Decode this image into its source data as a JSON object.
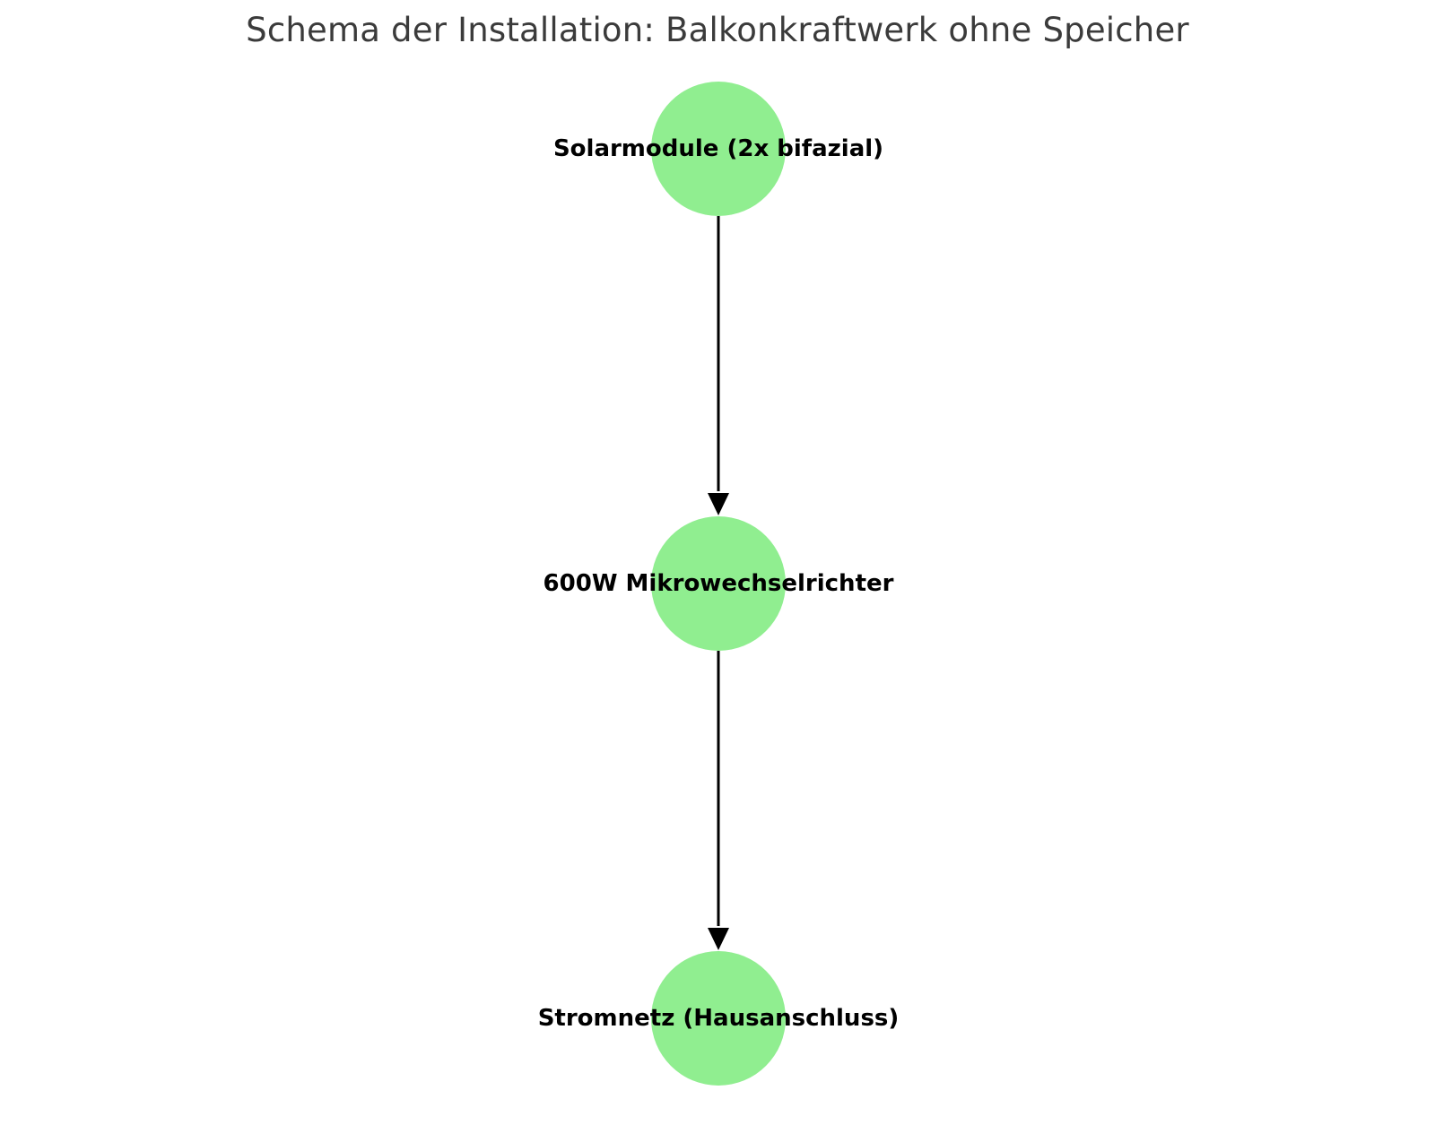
{
  "title": "Schema der Installation: Balkonkraftwerk ohne Speicher",
  "node_color": "#90ee90",
  "edge_color": "#000000",
  "nodes": [
    {
      "id": "solar",
      "label": "Solarmodule (2x bifazial)"
    },
    {
      "id": "inverter",
      "label": "600W Mikrowechselrichter"
    },
    {
      "id": "grid",
      "label": "Stromnetz (Hausanschluss)"
    }
  ],
  "edges": [
    {
      "from": "solar",
      "to": "inverter"
    },
    {
      "from": "inverter",
      "to": "grid"
    }
  ]
}
